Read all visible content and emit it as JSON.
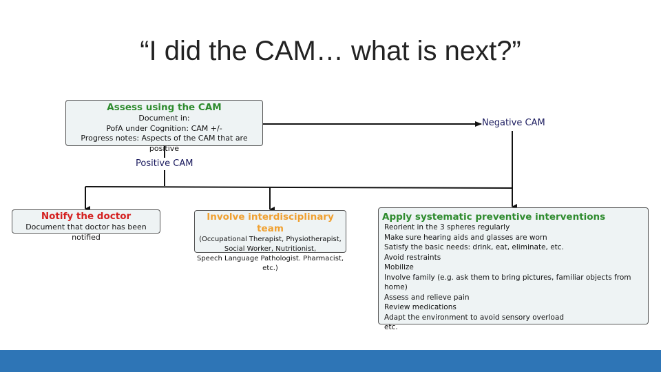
{
  "title": "“I did the CAM… what is next?”",
  "assess": {
    "heading": "Assess using the CAM",
    "lines": [
      "Document in:",
      "PofA under Cognition: CAM +/-",
      "Progress notes: Aspects of the CAM that are positive"
    ],
    "color": "#2e8b2e"
  },
  "negative_label": "Negative CAM",
  "positive_label": "Positive CAM",
  "notify": {
    "heading": "Notify the doctor",
    "lines": [
      "Document that doctor has been notified"
    ],
    "color": "#d42020"
  },
  "team": {
    "heading": "Involve interdisciplinary team",
    "lines": [
      "(Occupational Therapist, Physiotherapist,",
      "Social Worker, Nutritionist,",
      "Speech Language Pathologist. Pharmacist, etc.)"
    ],
    "color": "#f0a030"
  },
  "apply": {
    "heading": "Apply systematic preventive interventions",
    "lines": [
      "Reorient in the 3 spheres regularly",
      "Make sure hearing aids and glasses are worn",
      "Satisfy the basic needs: drink, eat, eliminate, etc.",
      "Avoid restraints",
      "Mobilize",
      "Involve family (e.g. ask them to bring pictures, familiar objects from home)",
      "Assess and relieve pain",
      "Review medications",
      "Adapt the environment to avoid sensory overload",
      "etc."
    ],
    "color": "#2e8b2e"
  },
  "accent_bar_color": "#2e75b6"
}
